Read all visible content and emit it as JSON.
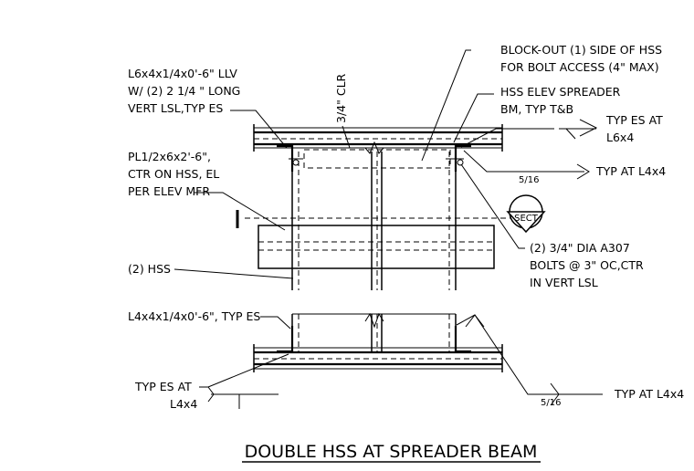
{
  "labels": {
    "angle_llv": [
      "L6x4x1/4x0'-6\" LLV",
      "W/ (2) 2 1/4 \" LONG",
      "VERT  LSL,TYP ES"
    ],
    "clearance": "3/4\" CLR",
    "block_out": [
      "BLOCK-OUT (1) SIDE OF HSS",
      "FOR BOLT ACCESS (4\" MAX)"
    ],
    "spreader": [
      "HSS ELEV SPREADER",
      "BM, TYP T&B"
    ],
    "typ_es_l6x4": [
      "TYP ES AT",
      "L6x4"
    ],
    "plate": [
      "PL1/2x6x2'-6\",",
      "CTR ON HSS, EL",
      "PER ELEV MFR"
    ],
    "weld_top_size": "5/16",
    "typ_at_l4x4_top": "TYP AT L4x4",
    "section_marker": "SECT",
    "section_cut": "I",
    "bolts": [
      "(2) 3/4\" DIA A307",
      "BOLTS @ 3\" OC,CTR",
      "IN VERT LSL"
    ],
    "hss": "(2) HSS",
    "angle_l4x4": "L4x4x1/4x0'-6\", TYP ES",
    "typ_es_l4x4": [
      "TYP ES AT",
      "L4x4"
    ],
    "weld_bottom_size": "5/16",
    "typ_at_l4x4_bottom": "TYP AT L4x4"
  },
  "title": "DOUBLE HSS AT SPREADER BEAM"
}
